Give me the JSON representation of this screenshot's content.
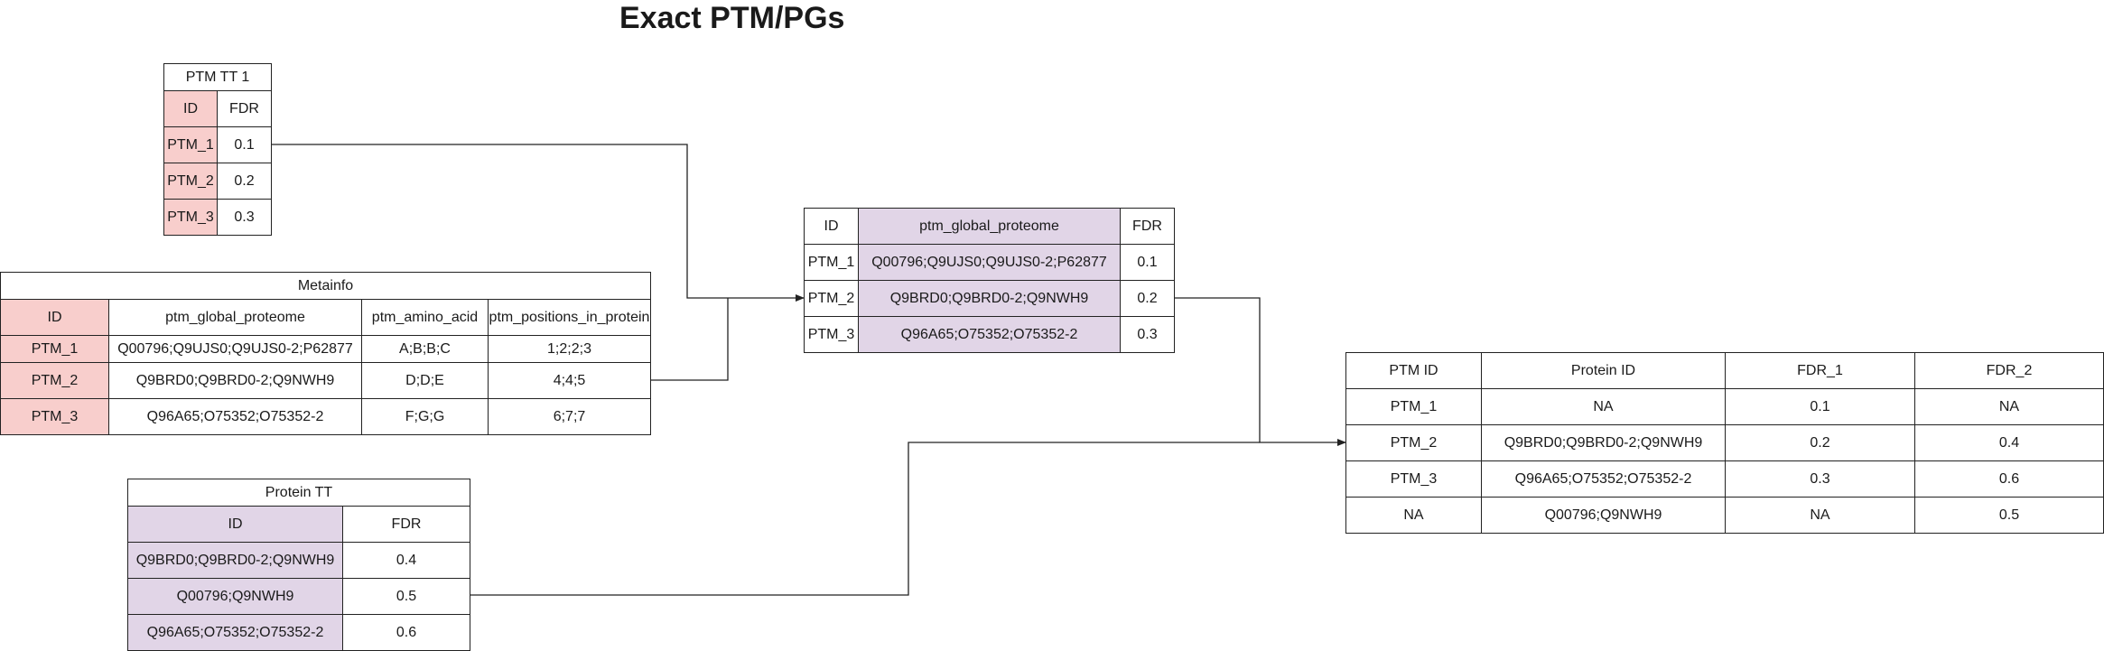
{
  "title": "Exact PTM/PGs",
  "ptm_tt1": {
    "caption": "PTM TT 1",
    "headers": [
      "ID",
      "FDR"
    ],
    "rows": [
      [
        "PTM_1",
        "0.1"
      ],
      [
        "PTM_2",
        "0.2"
      ],
      [
        "PTM_3",
        "0.3"
      ]
    ]
  },
  "metainfo": {
    "caption": "Metainfo",
    "headers": [
      "ID",
      "ptm_global_proteome",
      "ptm_amino_acid",
      "ptm_positions_in_protein"
    ],
    "rows": [
      [
        "PTM_1",
        "Q00796;Q9UJS0;Q9UJS0-2;P62877",
        "A;B;B;C",
        "1;2;2;3"
      ],
      [
        "PTM_2",
        "Q9BRD0;Q9BRD0-2;Q9NWH9",
        "D;D;E",
        "4;4;5"
      ],
      [
        "PTM_3",
        "Q96A65;O75352;O75352-2",
        "F;G;G",
        "6;7;7"
      ]
    ]
  },
  "protein_tt": {
    "caption": "Protein TT",
    "headers": [
      "ID",
      "FDR"
    ],
    "rows": [
      [
        "Q9BRD0;Q9BRD0-2;Q9NWH9",
        "0.4"
      ],
      [
        "Q00796;Q9NWH9",
        "0.5"
      ],
      [
        "Q96A65;O75352;O75352-2",
        "0.6"
      ]
    ]
  },
  "merged_ptm": {
    "headers": [
      "ID",
      "ptm_global_proteome",
      "FDR"
    ],
    "rows": [
      [
        "PTM_1",
        "Q00796;Q9UJS0;Q9UJS0-2;P62877",
        "0.1"
      ],
      [
        "PTM_2",
        "Q9BRD0;Q9BRD0-2;Q9NWH9",
        "0.2"
      ],
      [
        "PTM_3",
        "Q96A65;O75352;O75352-2",
        "0.3"
      ]
    ]
  },
  "result": {
    "headers": [
      "PTM ID",
      "Protein ID",
      "FDR_1",
      "FDR_2"
    ],
    "rows": [
      [
        "PTM_1",
        "NA",
        "0.1",
        "NA"
      ],
      [
        "PTM_2",
        "Q9BRD0;Q9BRD0-2;Q9NWH9",
        "0.2",
        "0.4"
      ],
      [
        "PTM_3",
        "Q96A65;O75352;O75352-2",
        "0.3",
        "0.6"
      ],
      [
        "NA",
        "Q00796;Q9NWH9",
        "NA",
        "0.5"
      ]
    ]
  },
  "colors": {
    "id_key": "#f8cecc",
    "protein_key": "#e1d5e7",
    "line": "#222222"
  }
}
